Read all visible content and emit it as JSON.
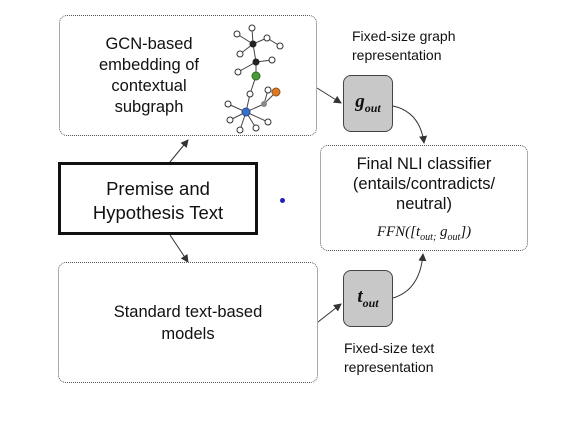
{
  "gcn_box": {
    "label": "GCN-based\nembedding of\ncontextual\nsubgraph"
  },
  "premise_box": {
    "label": "Premise and\nHypothesis Text"
  },
  "text_model_box": {
    "label": "Standard text-based\nmodels"
  },
  "graph_vector": {
    "symbol": "g",
    "subscript": "out",
    "caption": "Fixed-size graph\nrepresentation"
  },
  "text_vector": {
    "symbol": "t",
    "subscript": "out",
    "caption": "Fixed-size text\nrepresentation"
  },
  "classifier_box": {
    "label": "Final NLI classifier\n(entails/contradicts/\nneutral)",
    "formula": "FFN([t_out; g_out])"
  },
  "colors": {
    "node_green": "#4a9a3a",
    "node_orange": "#d97a2b",
    "node_blue": "#3a6fc4",
    "dot_blue": "#2020c0"
  }
}
